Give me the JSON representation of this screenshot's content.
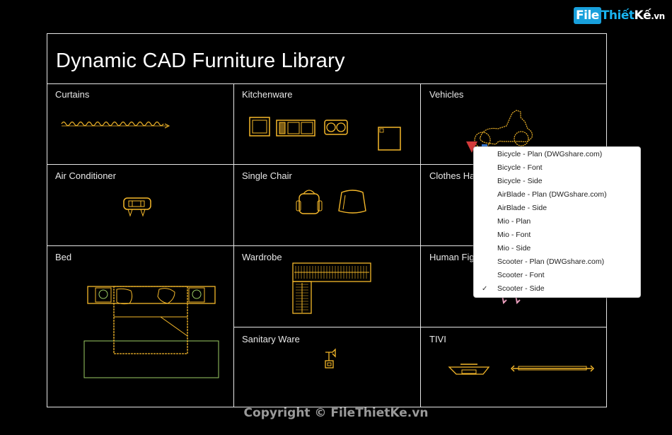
{
  "title": "Dynamic CAD Furniture Library",
  "cells": {
    "curtains": "Curtains",
    "kitchenware": "Kitchenware",
    "vehicles": "Vehicles",
    "air_conditioner": "Air Conditioner",
    "single_chair": "Single Chair",
    "clothes_hanger": "Clothes Han",
    "bed": "Bed",
    "wardrobe": "Wardrobe",
    "human_figure": "Human Figu",
    "sanitary_ware": "Sanitary Ware",
    "tivi": "TIVI"
  },
  "visibility_menu": {
    "items": [
      "Bicycle - Plan  (DWGshare.com)",
      "Bicycle - Font",
      "Bicycle - Side",
      "AirBlade - Plan  (DWGshare.com)",
      "AirBlade - Side",
      "Mio - Plan",
      "Mio - Font",
      "Mio - Side",
      "Scooter - Plan  (DWGshare.com)",
      "Scooter - Font",
      "Scooter - Side"
    ],
    "checked": "Scooter - Side",
    "check_mark": "✓"
  },
  "logo": {
    "part1": "File",
    "part2": "Thiết",
    "part3": "Kế",
    "suffix": ".vn"
  },
  "watermark": "Copyright © FileThietKe.vn",
  "colors": {
    "cad_lines": "#f5b82a",
    "frame": "#e6e6e6",
    "background": "#000000",
    "bed_outline": "#9ccc65"
  }
}
